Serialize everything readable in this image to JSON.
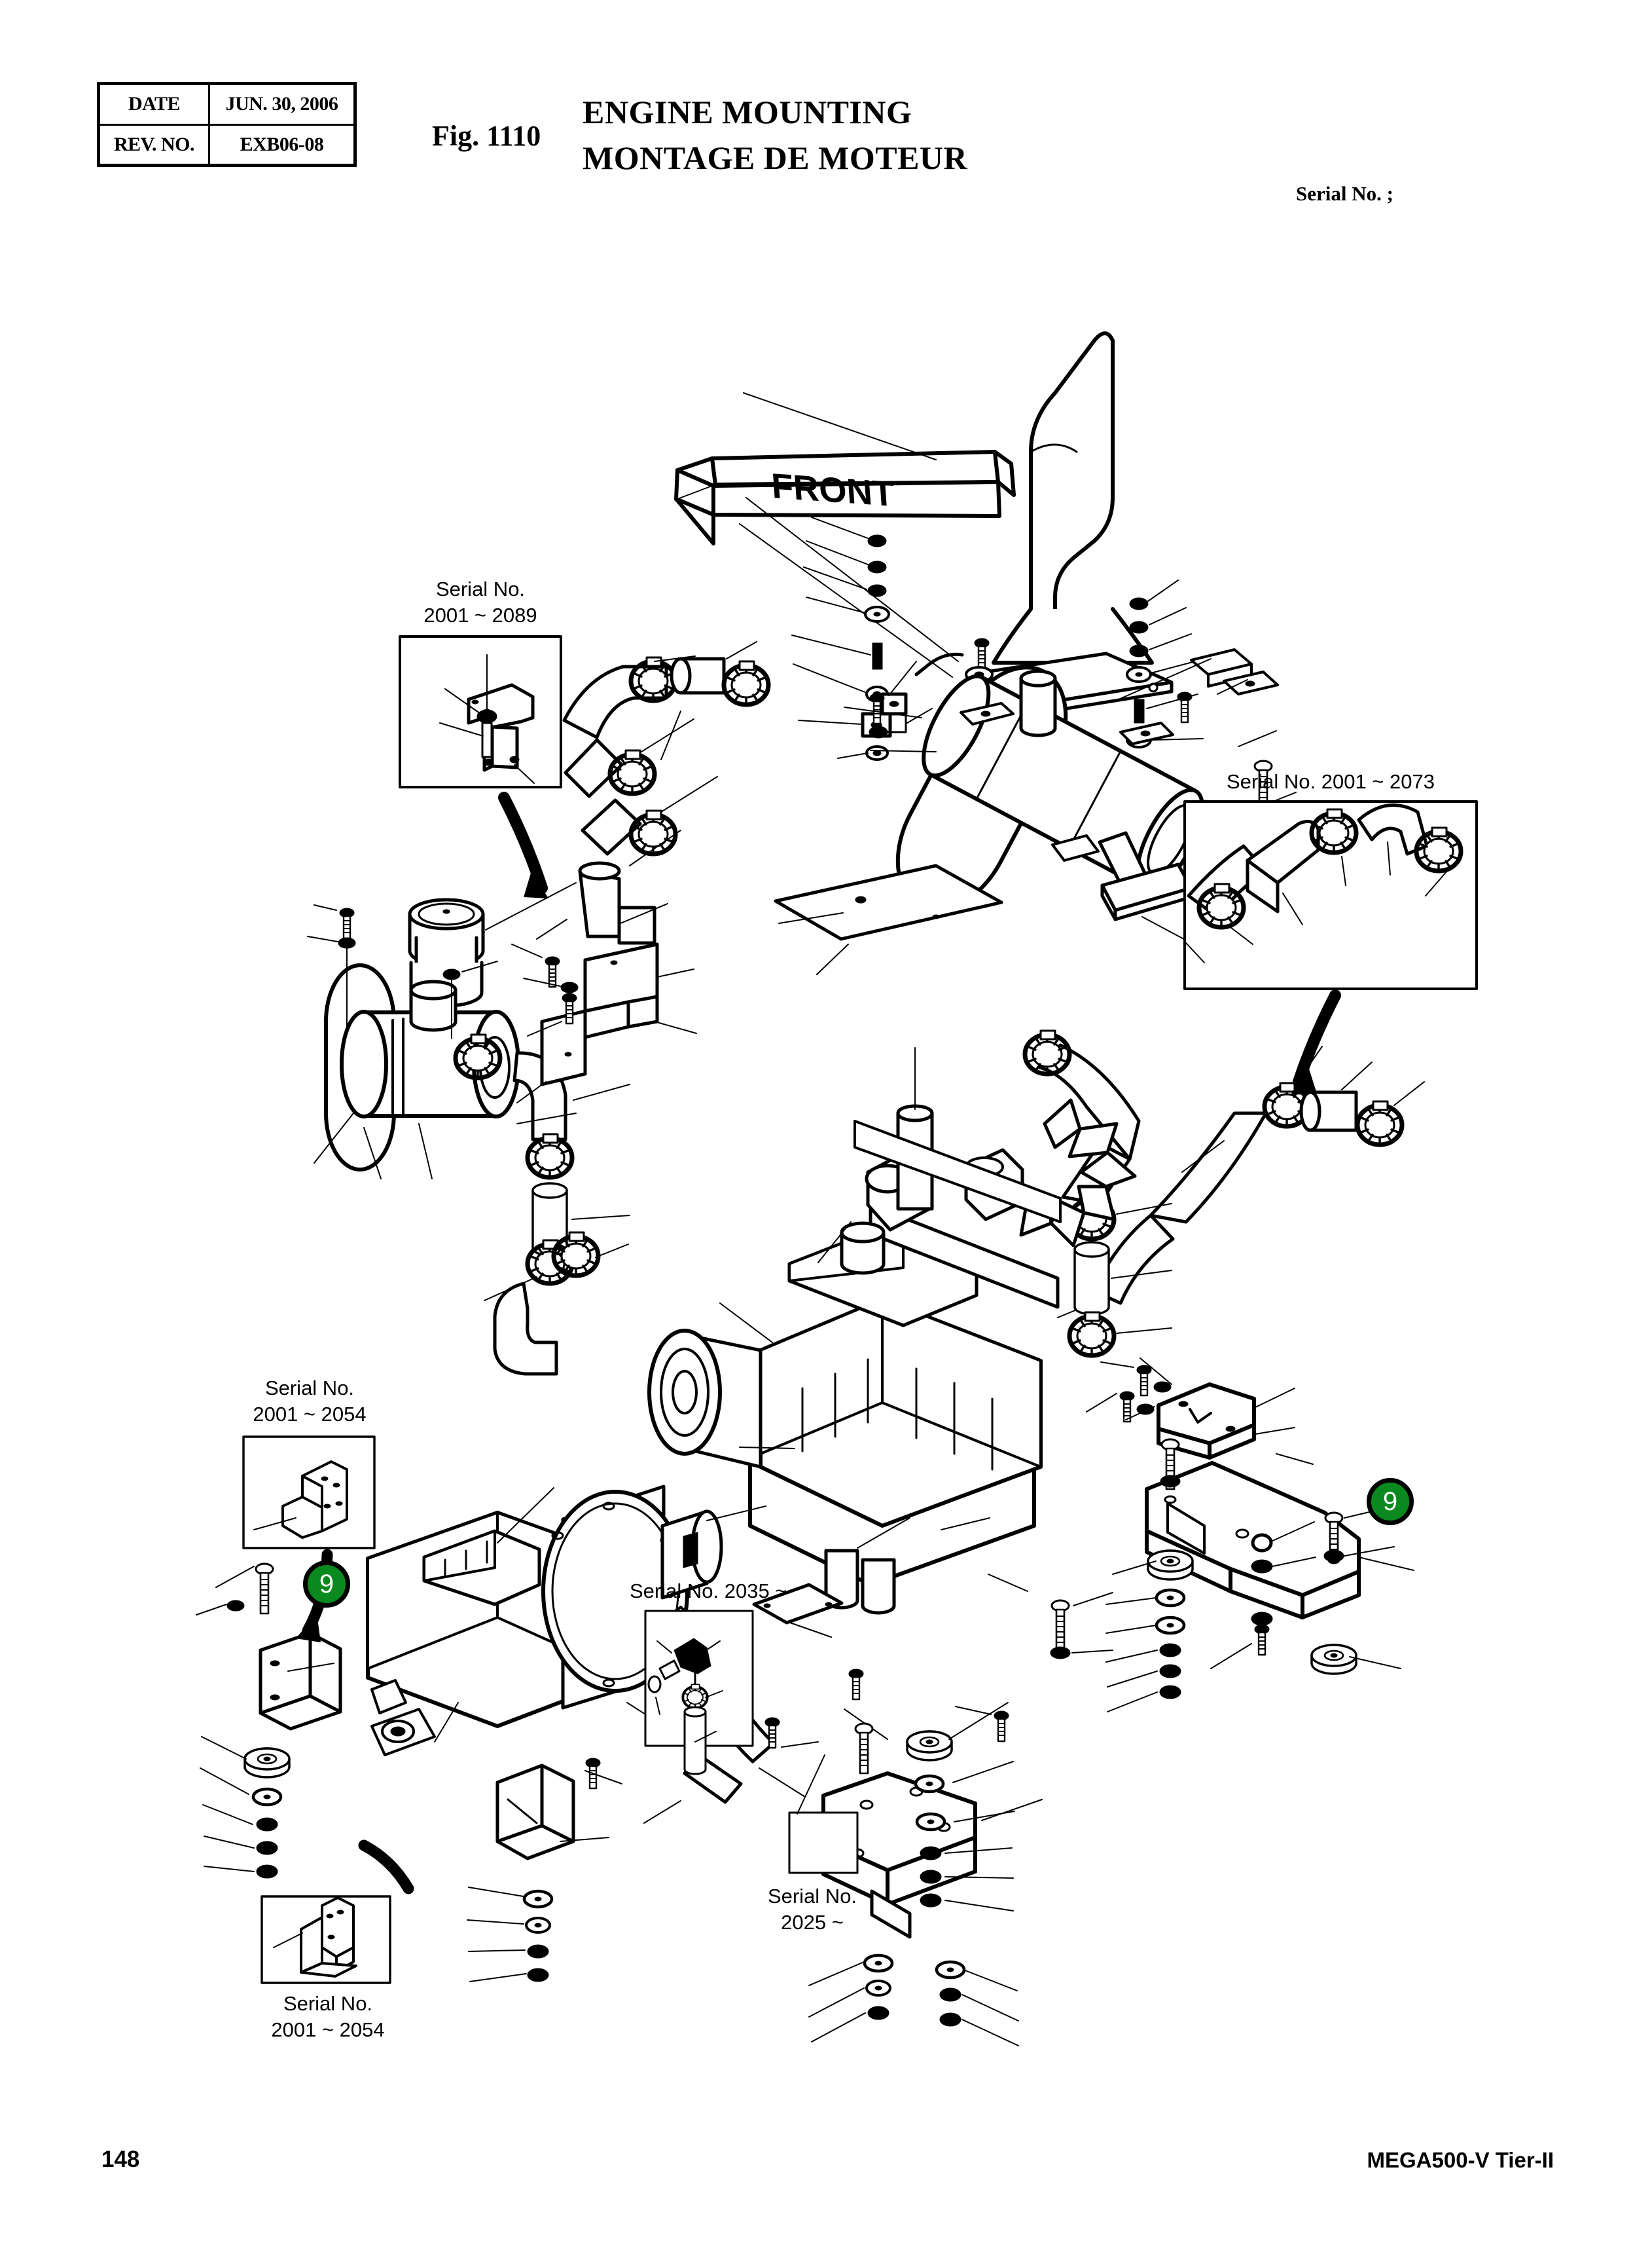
{
  "header": {
    "table": {
      "rows": [
        {
          "key": "DATE",
          "value": "JUN. 30, 2006"
        },
        {
          "key": "REV. NO.",
          "value": "EXB06-08"
        }
      ]
    },
    "figure_number": "Fig. 1110",
    "title_en": "ENGINE MOUNTING",
    "title_fr": "MONTAGE DE MOTEUR",
    "serial_note": "Serial No. ;"
  },
  "footer": {
    "page_number": "148",
    "model": "MEGA500-V Tier-II"
  },
  "diagram": {
    "direction_arrow": "FRONT",
    "callouts": [
      {
        "id": "sn-2089",
        "label": "Serial No.\n2001 ~ 2089"
      },
      {
        "id": "sn-2073",
        "label": "Serial No. 2001 ~ 2073"
      },
      {
        "id": "sn-2054a",
        "label": "Serial No.\n2001 ~ 2054"
      },
      {
        "id": "sn-2054b",
        "label": "Serial No.\n2001 ~ 2054"
      },
      {
        "id": "sn-2035",
        "label": "Serial No. 2035 ~"
      },
      {
        "id": "sn-2025",
        "label": "Serial No.\n2025 ~"
      }
    ],
    "item_markers": [
      {
        "id": "marker-left",
        "number": "9",
        "color": "#0a8a1e"
      },
      {
        "id": "marker-right",
        "number": "9",
        "color": "#0a8a1e"
      }
    ]
  }
}
